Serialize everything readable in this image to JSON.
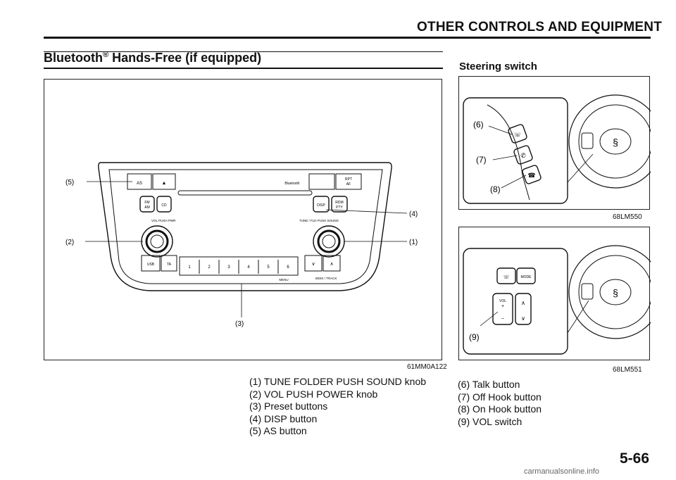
{
  "header": {
    "title": "OTHER CONTROLS AND EQUIPMENT"
  },
  "section": {
    "title": "Bluetooth",
    "title_mark": "®",
    "title_rest": " Hands-Free (if equipped)"
  },
  "right_section": {
    "title": "Steering switch"
  },
  "figure_main": {
    "code": "61MM0A122",
    "callouts": [
      "(5)",
      "(2)",
      "(4)",
      "(1)",
      "(3)"
    ],
    "panel_labels": {
      "as": "AS",
      "eject": "▲",
      "bluetooth": "Bluetooth",
      "rpt": "RPT",
      "af": "AF",
      "fm": "FM",
      "am": "AM",
      "cd": "CD",
      "disp": "DISP",
      "rdm": "RDM",
      "pty": "PTY",
      "vol": "VOL PUSH PWR",
      "tune": "TUNE / FLD PUSH SOUND",
      "usb": "USB",
      "ta": "TA",
      "presets": [
        "1",
        "2",
        "3",
        "4",
        "5",
        "6"
      ],
      "menu": "MENU",
      "seek": "SEEK / TRACK",
      "seek_down": "∨",
      "seek_up": "∧"
    }
  },
  "figure_top_right": {
    "code": "68LM550",
    "callouts": [
      "(6)",
      "(7)",
      "(8)"
    ]
  },
  "figure_bottom_right": {
    "code": "68LM551",
    "callouts": [
      "(9)"
    ],
    "mode_label": "MODE",
    "vol_label": "VOL"
  },
  "caption_left": [
    "(1) TUNE FOLDER PUSH SOUND knob",
    "(2) VOL PUSH POWER knob",
    "(3) Preset buttons",
    "(4) DISP button",
    "(5) AS button"
  ],
  "caption_right": [
    "(6) Talk button",
    "(7) Off Hook button",
    "(8) On Hook button",
    "(9) VOL switch"
  ],
  "page_number": "5-66",
  "watermark": "carmanualsonline.info"
}
